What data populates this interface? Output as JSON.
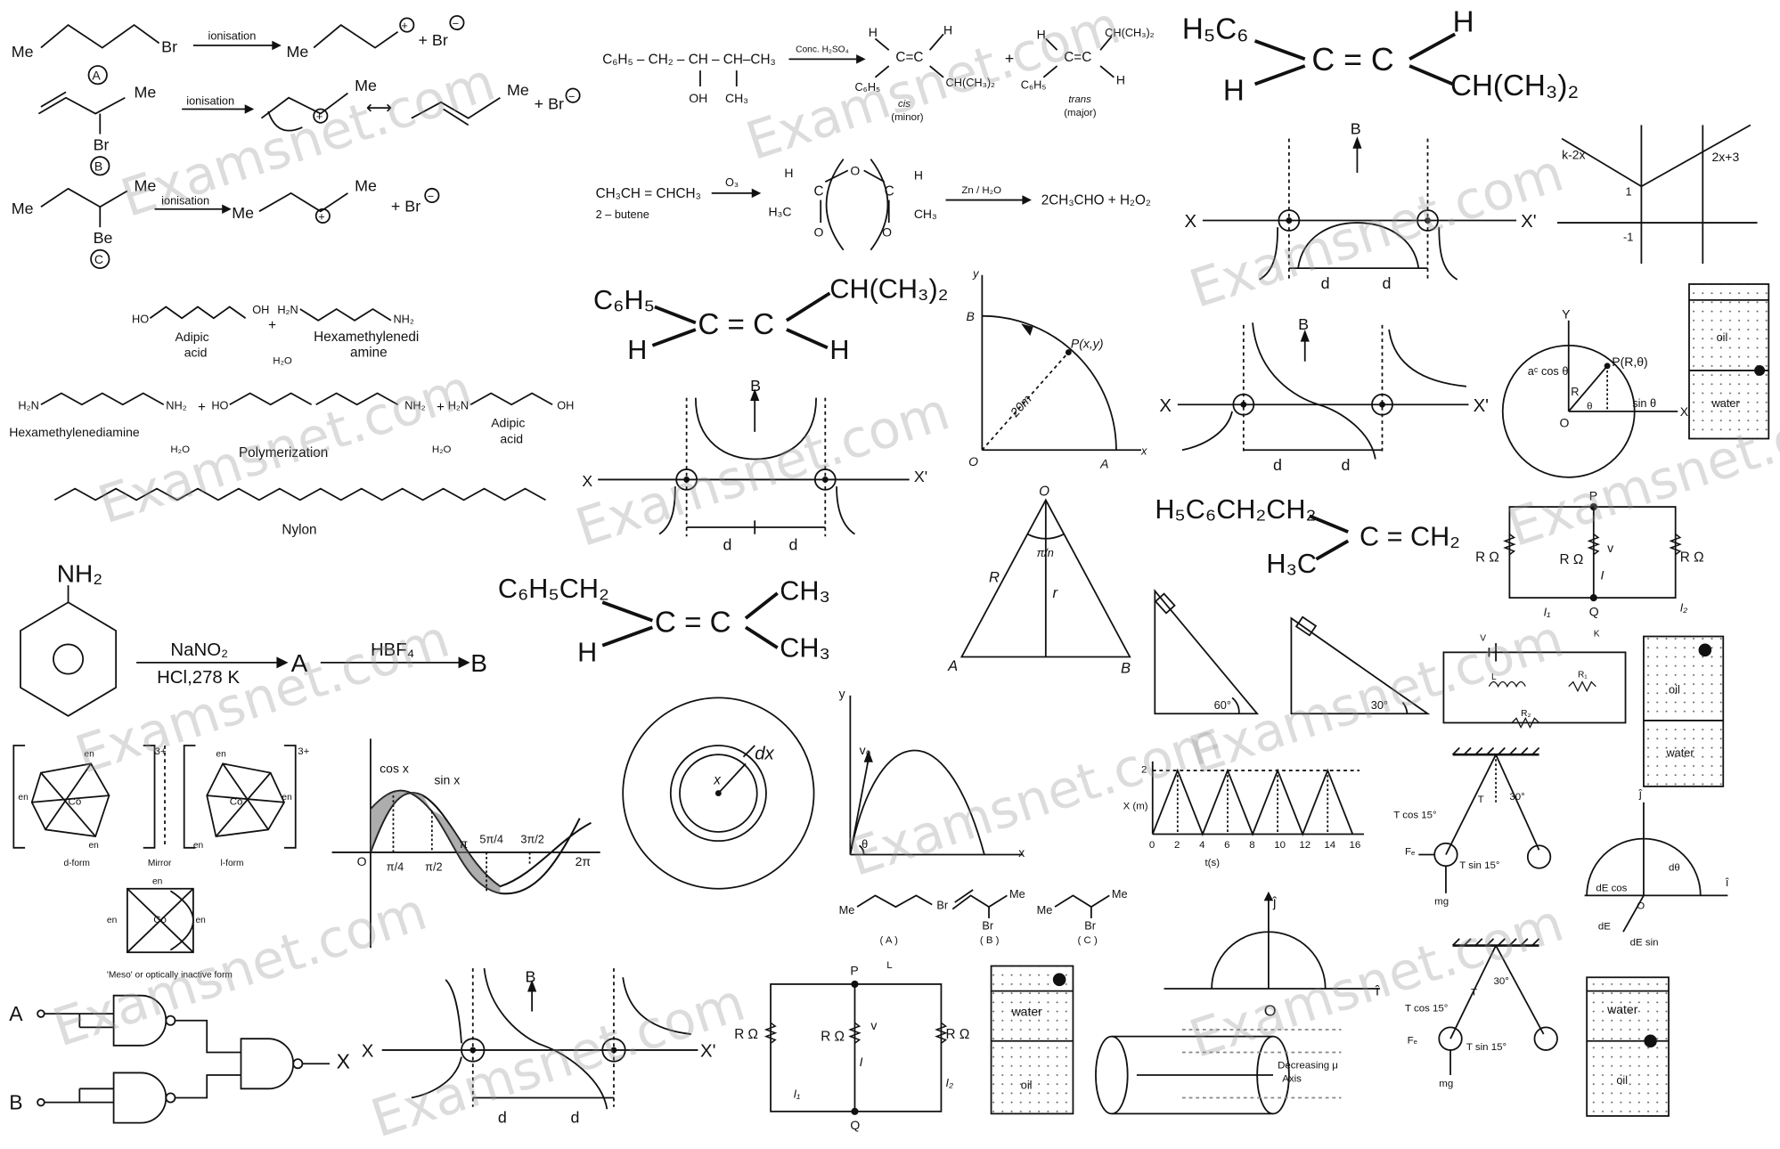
{
  "watermark": "Examsnet.com",
  "chem": {
    "ion_label": "ionisation",
    "me": "Me",
    "br": "Br",
    "be": "Be",
    "plus_br": "+ Br",
    "circ_a": "A",
    "circ_b": "B",
    "circ_c": "C",
    "adipic": "Adipic",
    "acid": "acid",
    "hexa1": "Hexamethylenedi",
    "hexa2": "amine",
    "hexa_full": "Hexamethylenediamine",
    "polymerization": "Polymerization",
    "h2o": "H₂O",
    "nylon": "Nylon",
    "ho": "HO",
    "oh": "OH",
    "h2n": "H₂N",
    "nh2": "NH₂",
    "aniline_nh2": "NH₂",
    "nano2": "NaNO₂",
    "hcl": "HCl,278 K",
    "hbf4": "HBF₄",
    "prod_a": "A",
    "prod_b": "B",
    "dehyd_left": "C₆H₅ – CH₂ – CH – CH–CH₃",
    "conc": "Conc. H₂SO₄",
    "oh_sub": "OH",
    "ch3_sub": "CH₃",
    "cis": "cis",
    "minor": "(minor)",
    "trans": "trans",
    "major": "(major)",
    "chch3_2": "CH(CH₃)₂",
    "c6h5": "C₆H₅",
    "h": "H",
    "butene": "CH₃CH  = CHCH₃",
    "butene_name": "2 – butene",
    "o3": "O₃",
    "zn": "Zn / H₂O",
    "ozon_prod": "2CH₃CHO + H₂O₂",
    "h3c": "H₃C",
    "c": "C",
    "o": "O",
    "big1_tl": "H₅C₆",
    "big1_c": "C = C",
    "big1_r": "CH(CH₃)₂",
    "big2_tl": "C₆H₅",
    "big3_tl": "C₆H₅CH₂",
    "big3_r": "CH₃",
    "big4_tl": "H₅C₆CH₂CH₂",
    "big4_bl": "H₃C",
    "big4_c": "C  = CH₂",
    "en": "en",
    "co": "Co",
    "three_plus": "3+",
    "d_form": "d-form",
    "mirror": "Mirror",
    "l_form": "l-form",
    "meso": "'Meso' or optically inactive form",
    "gate_a": "A",
    "gate_b": "B",
    "gate_x": "X",
    "bromo_a": "( A )",
    "bromo_b": "( B )",
    "bromo_c": "( C )"
  },
  "physics": {
    "B": "B",
    "X": "X",
    "Xp": "X'",
    "d": "d",
    "cosx": "cos x",
    "sinx": "sin x",
    "O": "O",
    "pi4": "π/4",
    "pi2": "π/2",
    "pi": "π",
    "five_pi4": "5π/4",
    "three_pi2": "3π/2",
    "two_pi": "2π",
    "dx": "dx",
    "x": "x",
    "y": "y",
    "v0": "v₀",
    "theta": "θ",
    "quarter_B": "B",
    "quarter_A": "A",
    "quarter_O": "O",
    "quarter_P": "P(x,y)",
    "twenty_m": "20m",
    "tri_O": "O",
    "tri_R": "R",
    "tri_r": "r",
    "tri_A": "A",
    "tri_B": "B",
    "pi_n": "π/n",
    "deg60": "60°",
    "deg30": "30°",
    "xm": "X (m)",
    "ts": "t(s)",
    "ticks_t": [
      "0",
      "2",
      "4",
      "6",
      "8",
      "10",
      "12",
      "14",
      "16"
    ],
    "tick_2": "2",
    "k2x": "k-2x",
    "twox3": "2x+3",
    "one": "1",
    "minus1": "-1",
    "circle_Y": "Y",
    "circle_X": "X",
    "circle_O": "O",
    "circle_P": "P(R,θ)",
    "ac_cos": "aᶜ cos θ",
    "sin_t": "sin θ",
    "R_label": "R",
    "oil": "oil",
    "water": "water",
    "rohm": "R Ω",
    "v": "v",
    "I": "I",
    "I1": "I₁",
    "I2": "I₂",
    "P": "P",
    "Q": "Q",
    "L": "L",
    "V": "V",
    "K": "K",
    "R1": "R₁",
    "R2": "R₂",
    "tcos": "T cos 15°",
    "tsin": "T sin 15°",
    "T": "T",
    "mg": "mg",
    "Fe": "Fₑ",
    "j_hat": "ĵ",
    "i_hat": "î",
    "decreasing": "Decreasing μ",
    "axis": "Axis",
    "dE": "dE",
    "dEcos": "dE cos",
    "dEsin": "dE sin",
    "dtheta": "dθ"
  }
}
